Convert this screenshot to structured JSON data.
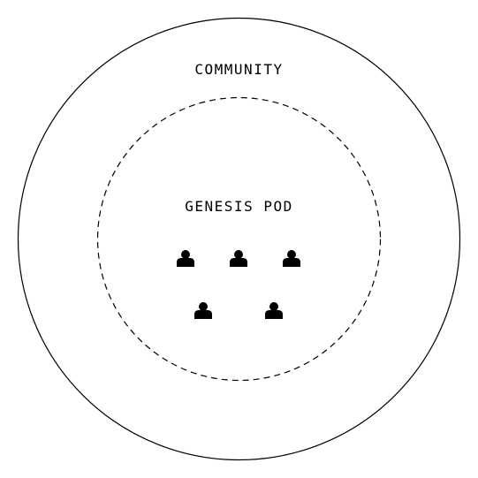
{
  "outer_circle": {
    "label": "COMMUNITY",
    "stroke": "#000000",
    "line_style": "solid"
  },
  "inner_circle": {
    "label": "GENESIS POD",
    "stroke": "#000000",
    "line_style": "dashed"
  },
  "members": {
    "icon": "person-icon",
    "count": 5,
    "color": "#000000",
    "rows": [
      3,
      2
    ]
  }
}
